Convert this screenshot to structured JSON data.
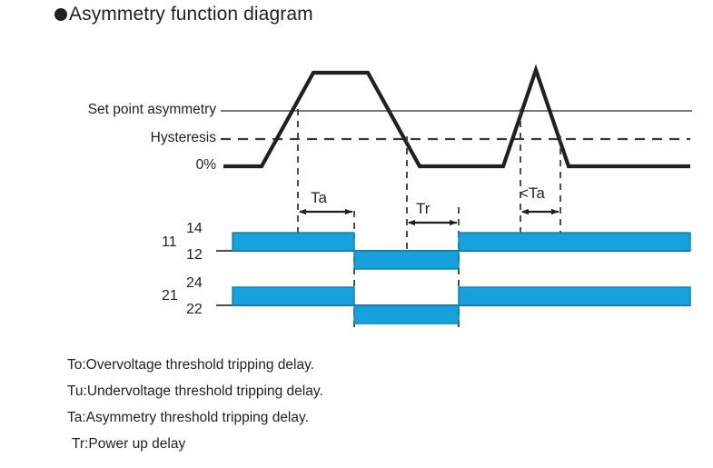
{
  "title": {
    "bullet": "filled-circle-bullet",
    "text": "Asymmetry function diagram"
  },
  "axis_labels": {
    "set_point": "Set point asymmetry",
    "hysteresis": "Hysteresis",
    "zero": "0%"
  },
  "relays": [
    {
      "common": "11",
      "no_contact": "14",
      "nc_contact": "12"
    },
    {
      "common": "21",
      "no_contact": "24",
      "nc_contact": "22"
    }
  ],
  "timing_marks": [
    {
      "label": "Ta"
    },
    {
      "label": "Tr"
    },
    {
      "label": "<Ta"
    }
  ],
  "legend": [
    {
      "key": "To",
      "text": "To:Overvoltage threshold tripping delay."
    },
    {
      "key": "Tu",
      "text": "Tu:Undervoltage threshold tripping delay."
    },
    {
      "key": "Ta",
      "text": "Ta:Asymmetry threshold tripping delay."
    },
    {
      "key": "Tr",
      "text": "Tr:Power up delay"
    }
  ],
  "colors": {
    "signal_blue": "#16A1DC",
    "blue_stroke": "#0D7FB0",
    "ink": "#231f20",
    "thin_line": "#4d4d4d"
  }
}
